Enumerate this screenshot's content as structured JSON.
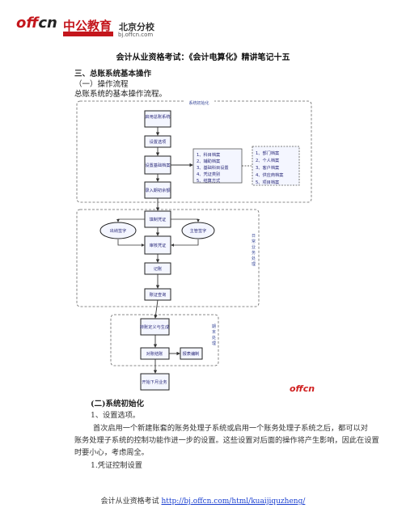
{
  "header": {
    "brand_name": "中公教育",
    "branch": "北京分校",
    "tagline": "",
    "url": "bj.offcn.com",
    "logo_mark": "offcn"
  },
  "document": {
    "title": "会计从业资格考试：《会计电算化》精讲笔记十五",
    "section_heading": "三、总账系统基本操作",
    "subsection_1": "（一）操作流程",
    "flow_caption": "总账系统的基本操作流程。",
    "subsection_2": "(二)系统初始化",
    "item_1": "1、设置选项。",
    "para_line_1": "首次启用一个新建账套的账务处理子系统或启用一个账务处理子系统之后，都可以对",
    "para_line_2": "账务处理子系统的控制功能作进一步的设置。这些设置对后面的操作将产生影响，因此在设置",
    "para_line_3": "时要小心，考虑周全。",
    "item_1_1": "1.凭证控制设置"
  },
  "flowchart": {
    "group_1_label": "系统初始化",
    "group_2_label": "日常业务处理",
    "group_3_label": "期末处理",
    "nodes": {
      "n1": "启用总账系统",
      "n2": "设置选项",
      "n3": "设置基础档案",
      "n4": "录入期初余额",
      "n5": "填制凭证",
      "n6": "出纳签字",
      "n7": "审核凭证",
      "n8": "主管签字",
      "n9": "记账",
      "n10": "账证查询",
      "n11": "转账定义与生成",
      "n12": "对账结账",
      "n13": "报表编制",
      "n14": "开始下月业务"
    },
    "list_a": [
      "1、科目档案",
      "2、辅助档案",
      "3、基础科目设置",
      "4、凭证类别",
      "5、结算方式"
    ],
    "list_b": [
      "1、部门档案",
      "2、个人档案",
      "3、客户档案",
      "4、供应商档案",
      "5、项目档案"
    ]
  },
  "watermark": "offcn",
  "footer": {
    "label": "会计从业资格考试",
    "link": "http://bj.offcn.com/html/kuaijiquzheng/"
  }
}
